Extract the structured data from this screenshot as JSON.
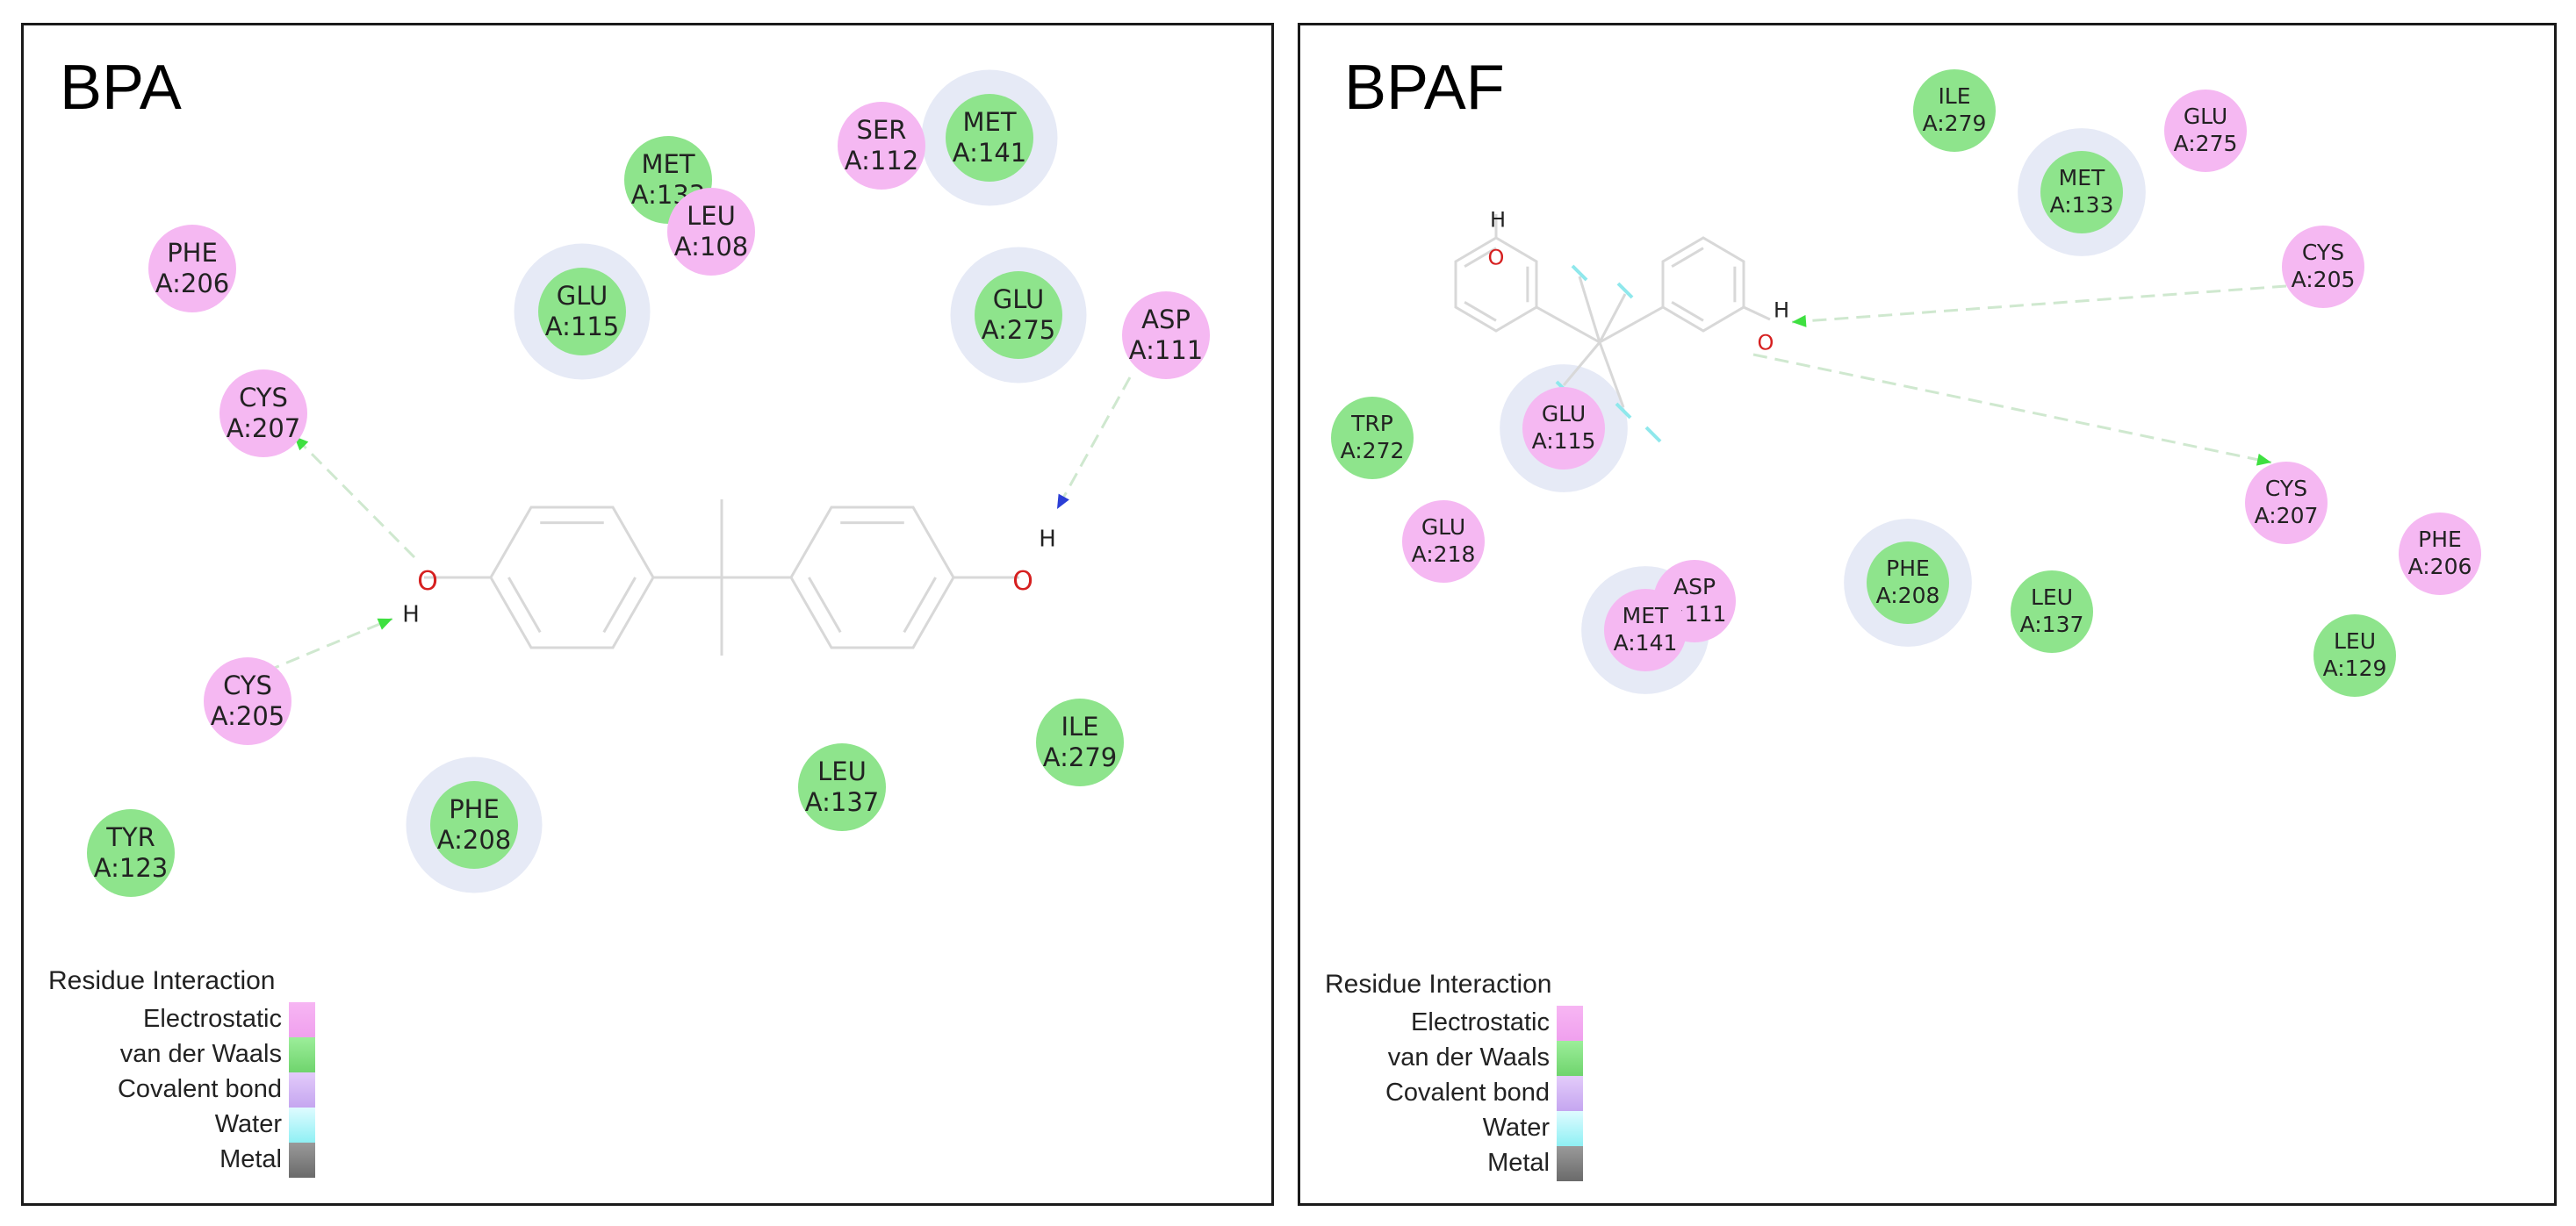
{
  "colors": {
    "electrostatic": "#f5b8f2",
    "van_der_waals": "#8ee48c",
    "halo": "#e6eaf6",
    "hbond": "#3ee040",
    "donor_arrow": "#2b3ed6",
    "oxygen": "#d62020",
    "hydrogen": "#222222",
    "ligand": "#d8d8d8",
    "fluorine": "#8fe8ec"
  },
  "legend": {
    "title": "Residue Interaction",
    "items": [
      {
        "label": "Electrostatic",
        "gradient": [
          "#f7b6f3",
          "#f0a0ee"
        ]
      },
      {
        "label": "van der Waals",
        "gradient": [
          "#9cee9a",
          "#6fd46d"
        ]
      },
      {
        "label": "Covalent bond",
        "gradient": [
          "#e3cbfa",
          "#c5a6f0"
        ]
      },
      {
        "label": "Water",
        "gradient": [
          "#dffbff",
          "#8ff0f4"
        ]
      },
      {
        "label": "Metal",
        "gradient": [
          "#9a9a9a",
          "#6a6a6a"
        ]
      }
    ]
  },
  "panels": [
    {
      "title": "BPA",
      "residues": [
        {
          "name": "PHE",
          "id": "A:206",
          "type": "electrostatic"
        },
        {
          "name": "MET",
          "id": "A:133",
          "type": "vdw"
        },
        {
          "name": "LEU",
          "id": "A:108",
          "type": "electrostatic"
        },
        {
          "name": "SER",
          "id": "A:112",
          "type": "electrostatic"
        },
        {
          "name": "MET",
          "id": "A:141",
          "type": "vdw"
        },
        {
          "name": "GLU",
          "id": "A:115",
          "type": "vdw"
        },
        {
          "name": "GLU",
          "id": "A:275",
          "type": "vdw"
        },
        {
          "name": "ASP",
          "id": "A:111",
          "type": "electrostatic"
        },
        {
          "name": "CYS",
          "id": "A:207",
          "type": "electrostatic"
        },
        {
          "name": "CYS",
          "id": "A:205",
          "type": "electrostatic"
        },
        {
          "name": "TYR",
          "id": "A:123",
          "type": "vdw"
        },
        {
          "name": "PHE",
          "id": "A:208",
          "type": "vdw"
        },
        {
          "name": "LEU",
          "id": "A:137",
          "type": "vdw"
        },
        {
          "name": "ILE",
          "id": "A:279",
          "type": "vdw"
        }
      ],
      "atoms": [
        {
          "symbol": "O",
          "role": "oxygen"
        },
        {
          "symbol": "H",
          "role": "hydrogen"
        },
        {
          "symbol": "O",
          "role": "oxygen"
        },
        {
          "symbol": "H",
          "role": "hydrogen"
        }
      ]
    },
    {
      "title": "BPAF",
      "residues": [
        {
          "name": "ILE",
          "id": "A:279",
          "type": "vdw"
        },
        {
          "name": "MET",
          "id": "A:133",
          "type": "vdw"
        },
        {
          "name": "GLU",
          "id": "A:275",
          "type": "electrostatic"
        },
        {
          "name": "CYS",
          "id": "A:205",
          "type": "electrostatic"
        },
        {
          "name": "TRP",
          "id": "A:272",
          "type": "vdw"
        },
        {
          "name": "GLU",
          "id": "A:115",
          "type": "electrostatic"
        },
        {
          "name": "CYS",
          "id": "A:207",
          "type": "electrostatic"
        },
        {
          "name": "GLU",
          "id": "A:218",
          "type": "electrostatic"
        },
        {
          "name": "PHE",
          "id": "A:206",
          "type": "electrostatic"
        },
        {
          "name": "PHE",
          "id": "A:208",
          "type": "vdw"
        },
        {
          "name": "ASP",
          "id": "A:111",
          "type": "electrostatic"
        },
        {
          "name": "LEU",
          "id": "A:137",
          "type": "vdw"
        },
        {
          "name": "MET",
          "id": "A:141",
          "type": "electrostatic"
        },
        {
          "name": "LEU",
          "id": "A:129",
          "type": "vdw"
        }
      ],
      "atoms": [
        {
          "symbol": "H",
          "role": "hydrogen"
        },
        {
          "symbol": "O",
          "role": "oxygen"
        },
        {
          "symbol": "H",
          "role": "hydrogen"
        },
        {
          "symbol": "O",
          "role": "oxygen"
        }
      ]
    }
  ]
}
